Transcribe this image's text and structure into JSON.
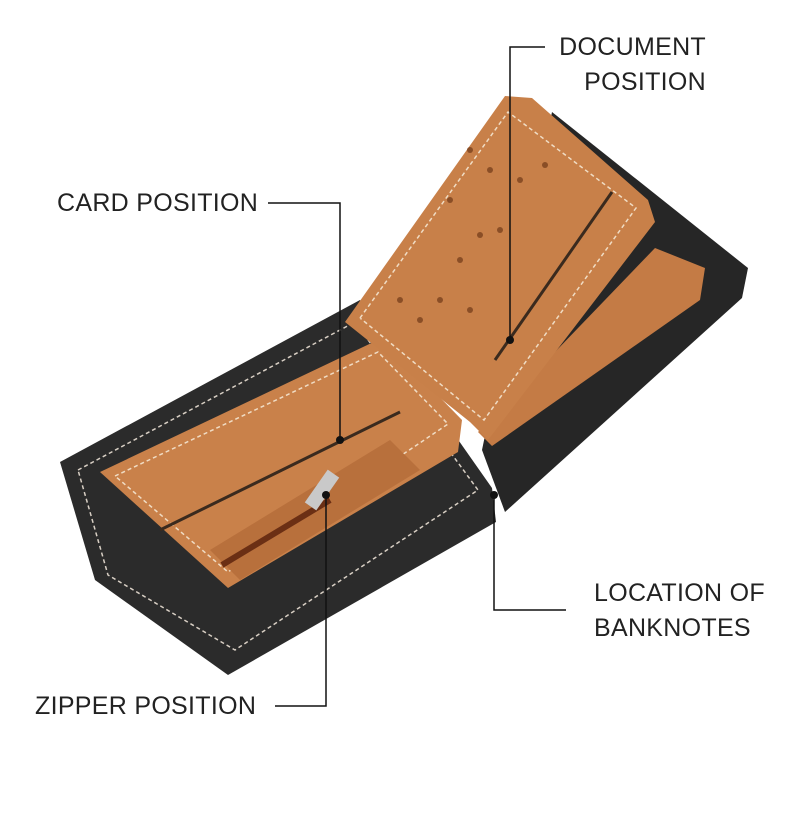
{
  "title": "Wallet interior layout",
  "labels": {
    "document": [
      "DOCUMENT",
      "POSITION"
    ],
    "card": "CARD POSITION",
    "zipper": "ZIPPER POSITION",
    "banknotes": [
      "LOCATION OF",
      "BANKNOTES"
    ]
  },
  "colors": {
    "leather_tan": "#c9814a",
    "leather_black": "#2a2a2a",
    "stitch": "#e8d2b8",
    "line": "#111111"
  }
}
